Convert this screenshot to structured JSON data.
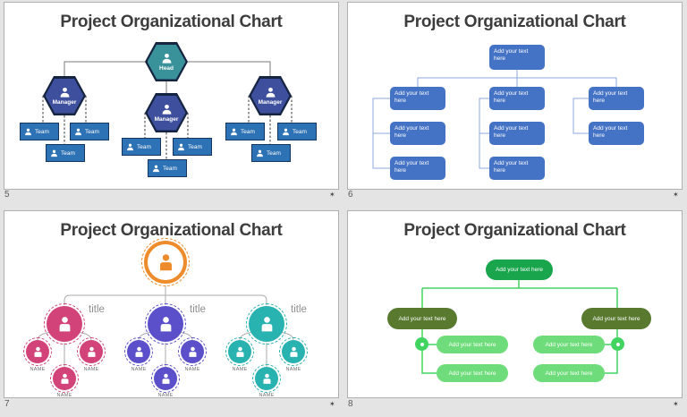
{
  "window": {
    "background": "#e4e4e4"
  },
  "slides": {
    "s5": {
      "number": "5",
      "animation_star": "✶",
      "title": "Project Organizational Chart",
      "head": {
        "label": "Head"
      },
      "managers": [
        {
          "label": "Manager"
        },
        {
          "label": "Manager"
        },
        {
          "label": "Manager"
        }
      ],
      "teams": [
        {
          "label": "Team"
        },
        {
          "label": "Team"
        },
        {
          "label": "Team"
        },
        {
          "label": "Team"
        },
        {
          "label": "Team"
        },
        {
          "label": "Team"
        },
        {
          "label": "Team"
        },
        {
          "label": "Team"
        },
        {
          "label": "Team"
        }
      ],
      "colors": {
        "head": "#399199",
        "manager": "#3e4f9e",
        "team": "#2c72b4",
        "team_border": "#14365f",
        "hex_border": "#152440",
        "solid_line": "#7a7a7a",
        "dashed_line": "#3a3a3a"
      }
    },
    "s6": {
      "number": "6",
      "animation_star": "✶",
      "title": "Project Organizational Chart",
      "top_box": "Add your text here",
      "col1": [
        "Add your text here",
        "Add your text here",
        "Add your text here"
      ],
      "col2": [
        "Add your text here",
        "Add your text here",
        "Add your text here"
      ],
      "col3": [
        "Add your text here",
        "Add your text here"
      ],
      "colors": {
        "box": "#4472c4",
        "connector": "#8faadc"
      }
    },
    "s7": {
      "number": "7",
      "animation_star": "✶",
      "title": "Project Organizational Chart",
      "branches": [
        {
          "title": "title",
          "names": [
            "NAME",
            "NAME",
            "NAME"
          ]
        },
        {
          "title": "title",
          "names": [
            "NAME",
            "NAME",
            "NAME"
          ]
        },
        {
          "title": "title",
          "names": [
            "NAME",
            "NAME",
            "NAME"
          ]
        }
      ],
      "colors": {
        "top": "#ee8c2b",
        "branch1": "#d14379",
        "branch2": "#5b50c9",
        "branch3": "#28b2b0",
        "connector": "#ababab"
      }
    },
    "s8": {
      "number": "8",
      "animation_star": "✶",
      "title": "Project Organizational Chart",
      "top_box": "Add your text here",
      "left_parent": "Add your text here",
      "left_children": [
        "Add your text here",
        "Add your text here"
      ],
      "right_parent": "Add your text here",
      "right_children": [
        "Add your text here",
        "Add your text here"
      ],
      "colors": {
        "top": "#18a54c",
        "parent": "#59792f",
        "child": "#6fdc7b",
        "connector": "#42d461"
      }
    }
  }
}
